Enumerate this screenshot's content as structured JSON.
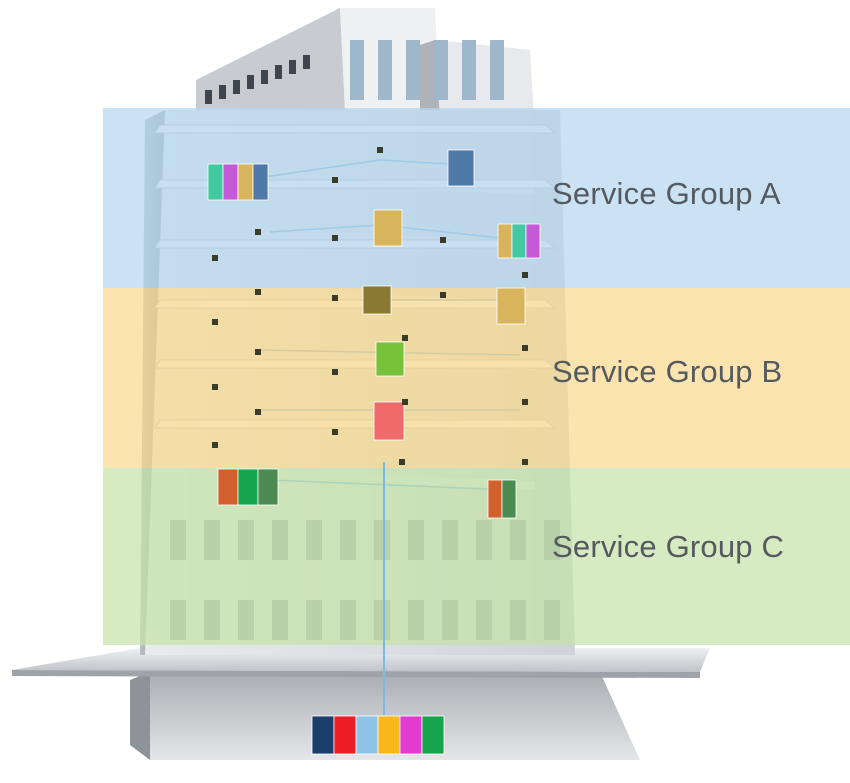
{
  "groups": [
    {
      "label": "Service Group A",
      "color": "#b3d6ee"
    },
    {
      "label": "Service Group B",
      "color": "#f9d88a"
    },
    {
      "label": "Service Group C",
      "color": "#c5e3a6"
    }
  ],
  "server_colors": {
    "navy": "#1b3f6b",
    "red": "#ee1c25",
    "light_blue": "#8fc3e8",
    "amber": "#f9b81a",
    "magenta": "#e23bd0",
    "green": "#16a44d",
    "teal": "#43c9a2",
    "violet": "#c45ad8",
    "gold": "#d8b55c",
    "steel_blue": "#4f79a9",
    "lime": "#78c239",
    "coral": "#ef6a6a",
    "rust": "#d2602c",
    "forest": "#4b8a50",
    "olive": "#8b7a32"
  }
}
